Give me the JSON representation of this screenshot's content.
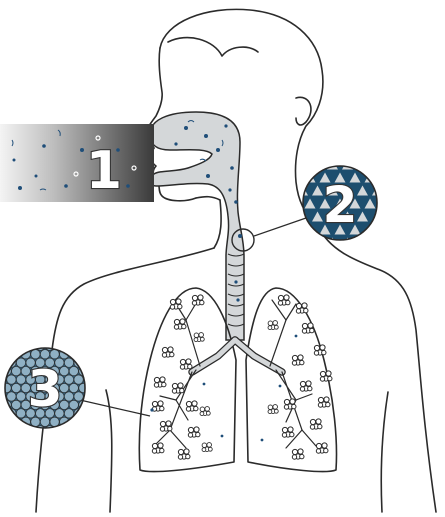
{
  "labels": {
    "stage_1": "1",
    "stage_2": "2",
    "stage_3": "3"
  },
  "colors": {
    "outline": "#2b2b2b",
    "airway_fill": "#d4d7d9",
    "particle": "#1f4e79",
    "stage2_badge": "#1d4e6e",
    "stage3_badge": "#6b91a8",
    "gradient_dark": "#2e2e2e",
    "gradient_light": "#f4f4f4"
  },
  "icons": {
    "stage_1": "particle-cloud-gradient",
    "stage_2": "triangular-mesh-circle",
    "stage_3": "circle-grid-circle"
  }
}
